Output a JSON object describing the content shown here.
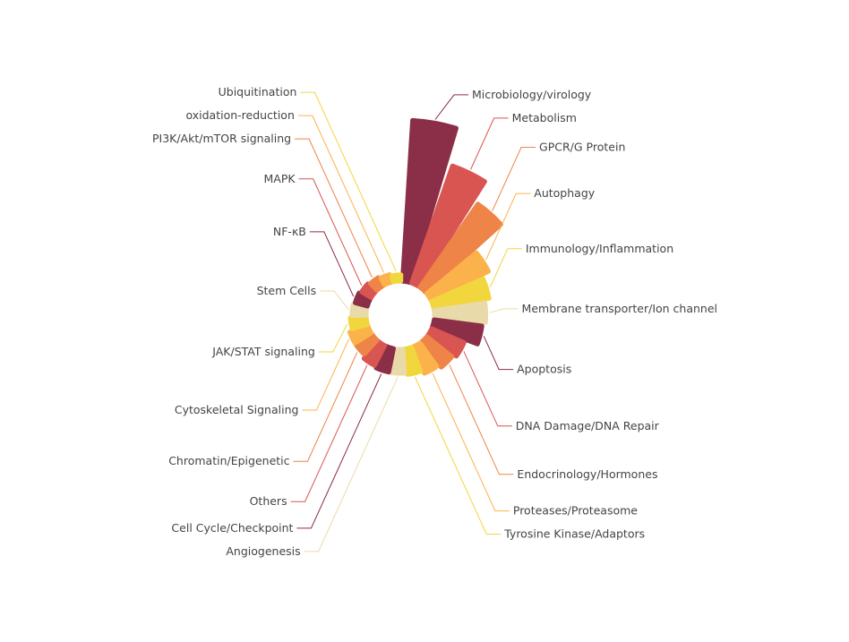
{
  "chart_data": {
    "type": "rose",
    "title": "",
    "colors": [
      "#8B2E47",
      "#D95551",
      "#EE8447",
      "#FCB24A",
      "#F2D63E",
      "#E9DBA9"
    ],
    "categories": [
      "Microbiology/virology",
      "Metabolism",
      "GPCR/G Protein",
      "Autophagy",
      "Immunology/Inflammation",
      "Membrane transporter/Ion channel",
      "Apoptosis",
      "DNA Damage/DNA Repair",
      "Endocrinology/Hormones",
      "Proteases/Proteasome",
      "Tyrosine Kinase/Adaptors",
      "Angiogenesis",
      "Cell Cycle/Checkpoint",
      "Others",
      "Chromatin/Epigenetic",
      "Cytoskeletal Signaling",
      "JAK/STAT signaling",
      "Stem Cells",
      "NF-κB",
      "MAPK",
      "PI3K/Akt/mTOR signaling",
      "oxidation-reduction",
      "Ubiquitination"
    ],
    "values": [
      100,
      77,
      63,
      40,
      35,
      32,
      30,
      22,
      20,
      18,
      16,
      15,
      15,
      14,
      12,
      12,
      10,
      9,
      8,
      7,
      6,
      5,
      4
    ]
  }
}
